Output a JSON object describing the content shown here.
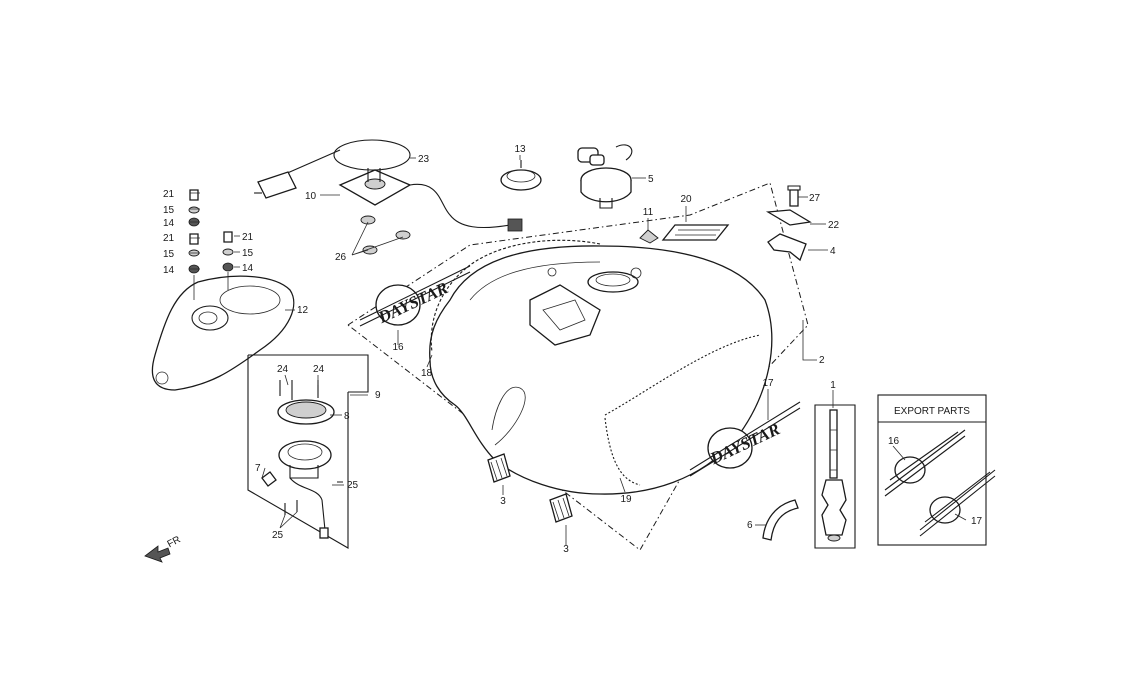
{
  "labels": {
    "p1": "1",
    "p2": "2",
    "p3a": "3",
    "p3b": "3",
    "p4": "4",
    "p5": "5",
    "p6": "6",
    "p7": "7",
    "p8": "8",
    "p9": "9",
    "p10": "10",
    "p11": "11",
    "p12": "12",
    "p13": "13",
    "p14a": "14",
    "p14b": "14",
    "p14c": "14",
    "p15a": "15",
    "p15b": "15",
    "p15c": "15",
    "p16": "16",
    "p16e": "16",
    "p17": "17",
    "p17e": "17",
    "p18": "18",
    "p19": "19",
    "p20": "20",
    "p21a": "21",
    "p21b": "21",
    "p21c": "21",
    "p22": "22",
    "p23": "23",
    "p24a": "24",
    "p24b": "24",
    "p25a": "25",
    "p25b": "25",
    "p26": "26",
    "p27": "27"
  },
  "export_box": {
    "title": "EXPORT PARTS"
  },
  "logo_text": "DAYSTAR",
  "direction": {
    "text": "FR"
  }
}
